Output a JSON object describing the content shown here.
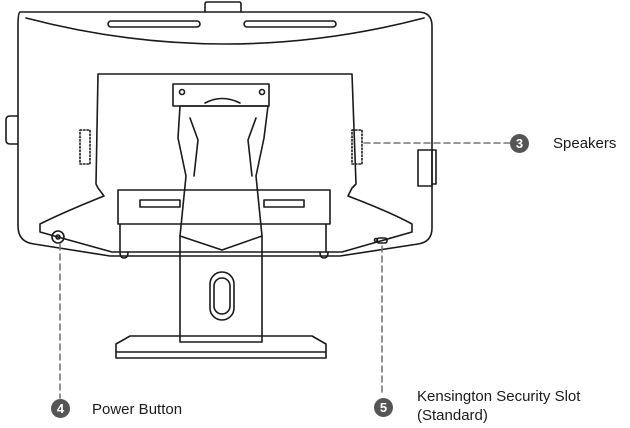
{
  "callouts": {
    "speakers": {
      "number": "3",
      "label": "Speakers"
    },
    "power_button": {
      "number": "4",
      "label": "Power Button"
    },
    "security_slot": {
      "number": "5",
      "label_line1": "Kensington Security Slot",
      "label_line2": "(Standard)"
    }
  },
  "colors": {
    "line": "#1a1a1a",
    "badge": "#555555",
    "leader": "#777777"
  }
}
